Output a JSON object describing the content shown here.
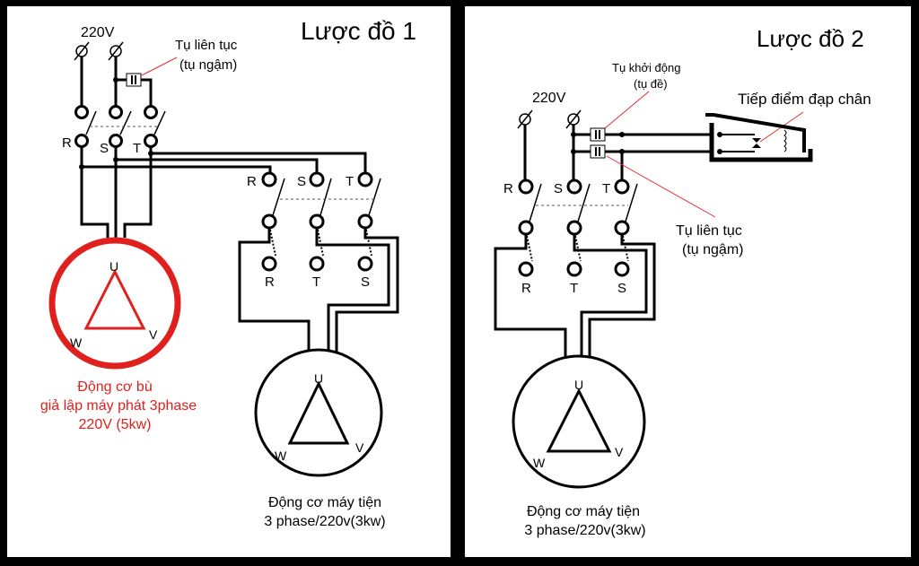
{
  "colors": {
    "background": "#000000",
    "panel": "#ffffff",
    "highlight": "#e0201c",
    "line": "#000000"
  },
  "panel1": {
    "title": "Lược đồ 1",
    "supply": "220V",
    "cap_label_1": "Tụ liên tục",
    "cap_label_2": "(tụ ngậm)",
    "switch1_labels": [
      "R",
      "S",
      "T"
    ],
    "switch2_top_labels": [
      "R",
      "S",
      "T"
    ],
    "switch2_bottom_labels": [
      "R",
      "T",
      "S"
    ],
    "motor1": {
      "u": "U",
      "v": "V",
      "w": "W",
      "caption": [
        "Động cơ bù",
        "giả lập máy phát 3phase",
        "220V (5kw)"
      ]
    },
    "motor2": {
      "u": "U",
      "v": "V",
      "w": "W",
      "caption": [
        "Động cơ máy tiện",
        "3 phase/220v(3kw)"
      ]
    }
  },
  "panel2": {
    "title": "Lược đồ 2",
    "supply": "220V",
    "start_cap_1": "Tụ khởi động",
    "start_cap_2": "(tụ đề)",
    "pedal_label": "Tiếp điểm đạp chân",
    "run_cap_1": "Tụ liên tục",
    "run_cap_2": "(tụ ngậm)",
    "switch_top_labels": [
      "R",
      "S",
      "T"
    ],
    "switch_bottom_labels": [
      "R",
      "T",
      "S"
    ],
    "motor": {
      "u": "U",
      "v": "V",
      "w": "W",
      "caption": [
        "Động cơ máy tiện",
        "3 phase/220v(3kw)"
      ]
    }
  }
}
